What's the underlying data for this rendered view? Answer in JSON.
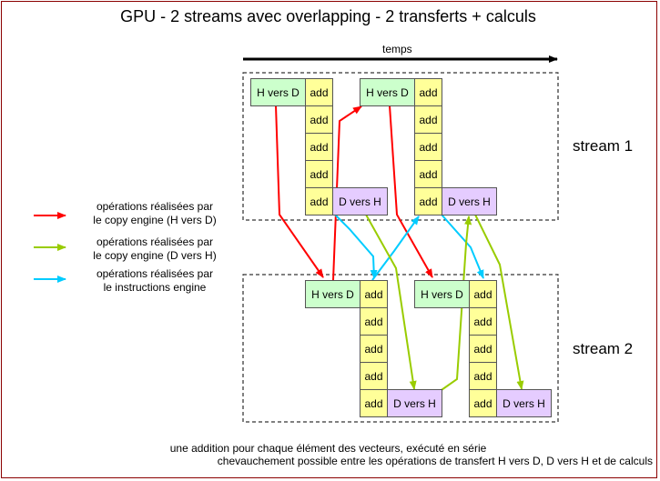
{
  "title": "GPU - 2 streams avec overlapping - 2 transferts + calculs",
  "time_label": "temps",
  "streams": [
    {
      "label": "stream 1"
    },
    {
      "label": "stream 2"
    }
  ],
  "labels": {
    "h2d": "H vers D",
    "d2h": "D vers H",
    "add": "add"
  },
  "legend": [
    {
      "text": "opérations réalisées par\nle copy engine (H vers D)",
      "color": "#ff0000"
    },
    {
      "text": "opérations réalisées par\nle copy engine (D vers H)",
      "color": "#99cc00"
    },
    {
      "text": "opérations réalisées par\nle instructions engine",
      "color": "#00ccff"
    }
  ],
  "footer": {
    "line1": "une addition pour chaque élément des vecteurs, exécuté en série",
    "line2": "chevauchement possible entre les opérations de transfert H vers D, D vers H et de calculs"
  },
  "colors": {
    "h2d_fill": "#ccffcc",
    "add_fill": "#ffff99",
    "d2h_fill": "#e5ccff",
    "h2d_arrow": "#ff0000",
    "d2h_arrow": "#99cc00",
    "compute_arrow": "#00ccff",
    "frame": "#8b0000"
  }
}
